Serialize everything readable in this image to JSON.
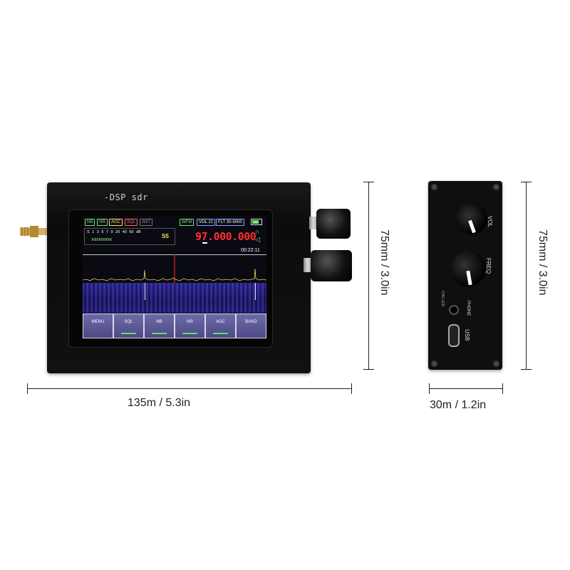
{
  "device": {
    "brand": "-DSP sdr",
    "status_tags": [
      "NB",
      "NR",
      "AGC",
      "SQL",
      "ANT"
    ],
    "mode_tags": [
      "WFM",
      "VOL 21",
      "FLT 30-5000"
    ],
    "smeter_scale": "S 1 3 5 7 9 20 40 60 dB",
    "smeter_value": "S5",
    "frequency": "97.000.000",
    "clock": "00:22:11",
    "buttons": [
      "MENU",
      "SQL",
      "NB",
      "NR",
      "AGC",
      "BAND"
    ]
  },
  "side_panel": {
    "vol_label": "VOL",
    "freq_label": "FREQ",
    "phone_label": "PHONE",
    "usb_label": "USB",
    "chg_label": "CHG LED"
  },
  "dimensions": {
    "front_width": "135m / 5.3in",
    "front_height": "75mm / 3.0in",
    "side_width": "30m / 1.2in",
    "side_height": "75mm / 3.0in"
  },
  "colors": {
    "frequency": "#ff2d2d",
    "indicator": "#5fe06a",
    "button_bg": "#5a579a"
  }
}
